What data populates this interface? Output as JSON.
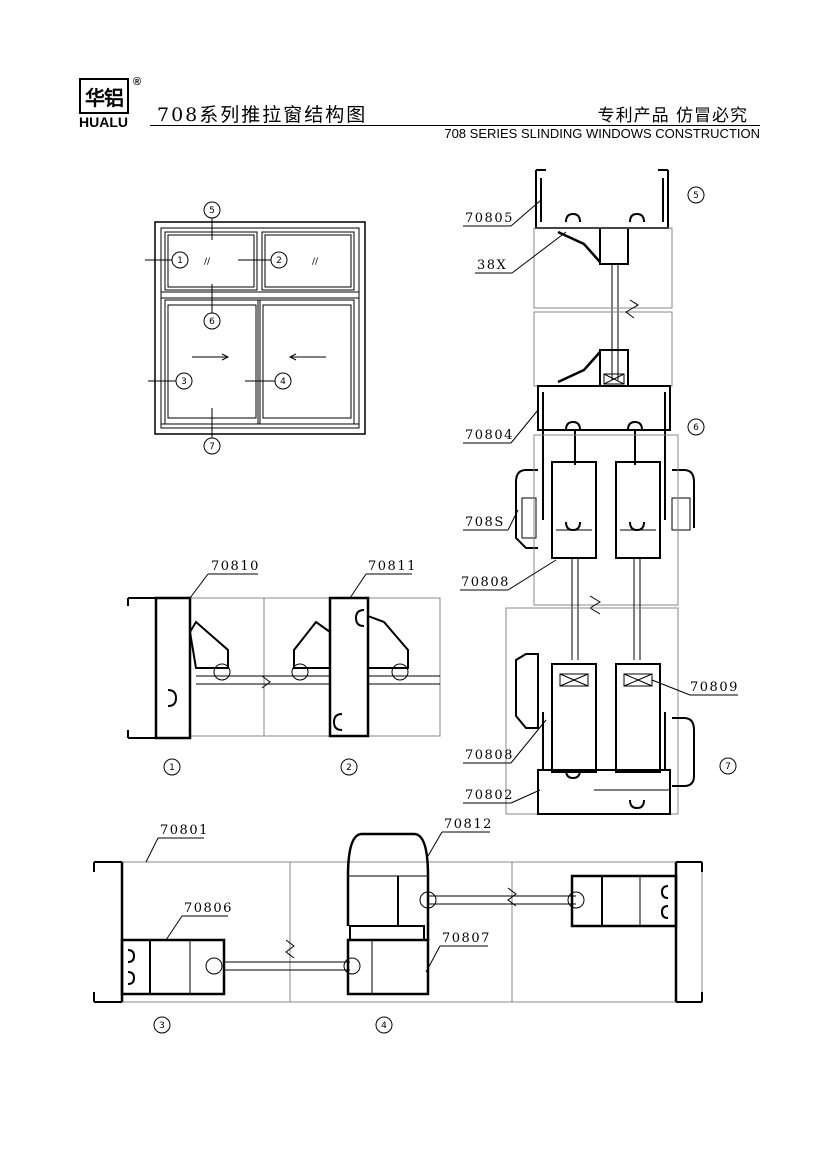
{
  "header": {
    "logo_chars": "华铝",
    "logo_reg": "®",
    "logo_brand": "HUALU",
    "title_cn": "708系列推拉窗结构图",
    "title_right": "专利产品 仿冒必究",
    "title_en": "708 SERIES SLINDING WINDOWS CONSTRUCTION"
  },
  "elevation": {
    "callouts": [
      "1",
      "2",
      "3",
      "4",
      "5",
      "6",
      "7"
    ],
    "glass_mark": "//"
  },
  "section_numbers": {
    "s1": "1",
    "s2": "2",
    "s3": "3",
    "s4": "4",
    "s5": "5",
    "s6": "6",
    "s7": "7"
  },
  "profiles": {
    "p70805": "70805",
    "p38x": "38X",
    "p70804": "70804",
    "p708s": "708S",
    "p70808a": "70808",
    "p70809": "70809",
    "p70808b": "70808",
    "p70802": "70802",
    "p70810": "70810",
    "p70811": "70811",
    "p70801": "70801",
    "p70812": "70812",
    "p70806": "70806",
    "p70807": "70807"
  },
  "colors": {
    "line": "#000000",
    "background": "#ffffff"
  }
}
